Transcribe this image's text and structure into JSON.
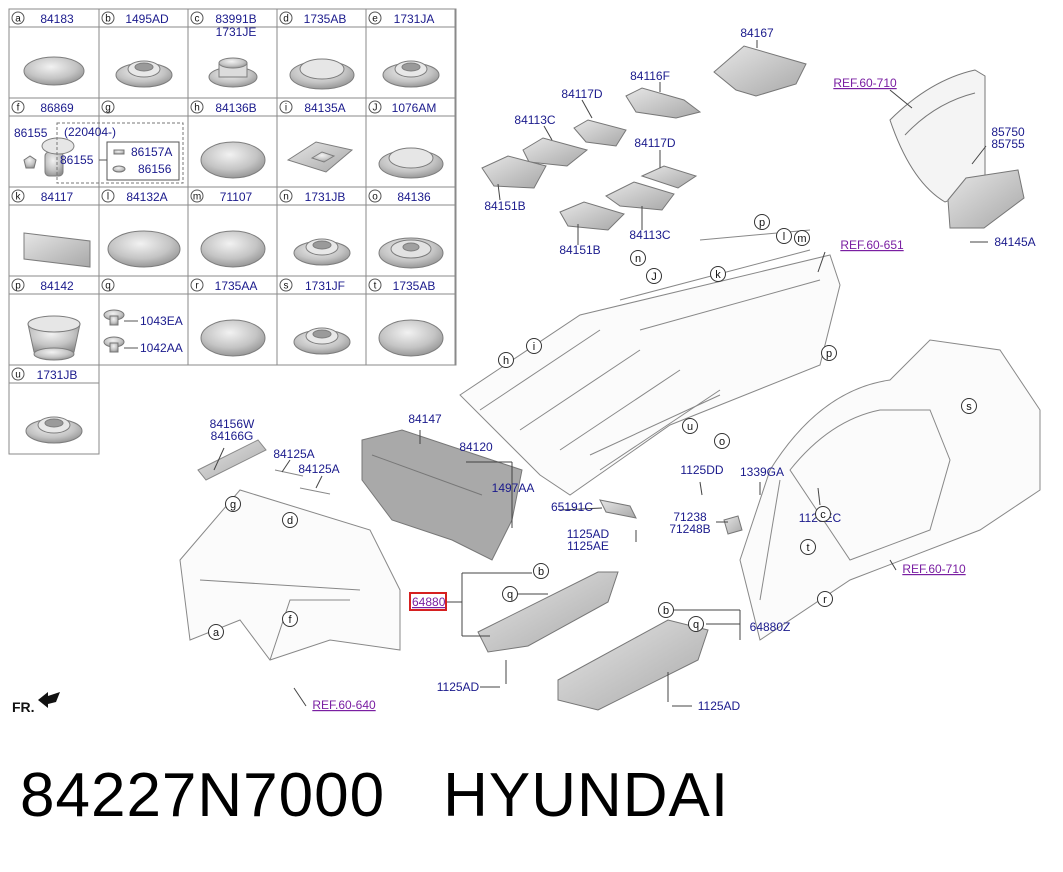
{
  "colors": {
    "label": "#1a1a8c",
    "ref": "#7a1fa2",
    "highlight": "#d62020",
    "part": "#cfcfcf",
    "line": "#555555"
  },
  "table": {
    "cells": [
      {
        "key": "a",
        "part": "84183",
        "shape": "disc"
      },
      {
        "key": "b",
        "part": "1495AD",
        "shape": "grommet"
      },
      {
        "key": "c",
        "part": "83991B",
        "part2": "1731JE",
        "shape": "cap"
      },
      {
        "key": "d",
        "part": "1735AB",
        "shape": "dome-plug"
      },
      {
        "key": "e",
        "part": "1731JA",
        "shape": "grommet"
      },
      {
        "key": "f",
        "part": "86869",
        "shape": "clip"
      },
      {
        "key": "g",
        "part": "",
        "shape": "group"
      },
      {
        "key": "h",
        "part": "84136B",
        "shape": "dome"
      },
      {
        "key": "i",
        "part": "84135A",
        "shape": "square-pad"
      },
      {
        "key": "J",
        "part": "1076AM",
        "shape": "dome-plug"
      },
      {
        "key": "k",
        "part": "84117",
        "shape": "rect-pad"
      },
      {
        "key": "l",
        "part": "84132A",
        "shape": "disc-large"
      },
      {
        "key": "m",
        "part": "71107",
        "shape": "dome"
      },
      {
        "key": "n",
        "part": "1731JB",
        "shape": "grommet"
      },
      {
        "key": "o",
        "part": "84136",
        "shape": "ring-plug"
      },
      {
        "key": "p",
        "part": "84142",
        "shape": "cup"
      },
      {
        "key": "q",
        "part": "",
        "shape": "bolts"
      },
      {
        "key": "r",
        "part": "1735AA",
        "shape": "dome"
      },
      {
        "key": "s",
        "part": "1731JF",
        "shape": "grommet"
      },
      {
        "key": "t",
        "part": "1735AB",
        "shape": "dome"
      },
      {
        "key": "u",
        "part": "1731JB",
        "shape": "grommet"
      }
    ],
    "g_cell": {
      "left_part": "86155",
      "date": "(220404-)",
      "inner_left": "86155",
      "inner_a": "86157A",
      "inner_b": "86156"
    },
    "q_cell": {
      "a": "1043EA",
      "b": "1042AA"
    }
  },
  "labels": [
    {
      "text": "84167"
    },
    {
      "text": "84116F"
    },
    {
      "text": "84117D"
    },
    {
      "text": "84113C"
    },
    {
      "text": "84117D"
    },
    {
      "text": "84151B"
    },
    {
      "text": "84113C"
    },
    {
      "text": "84151B"
    },
    {
      "text": "85750"
    },
    {
      "text": "85755"
    },
    {
      "text": "84145A"
    },
    {
      "text": "84156W"
    },
    {
      "text": "84166G"
    },
    {
      "text": "84125A"
    },
    {
      "text": "84125A"
    },
    {
      "text": "84147"
    },
    {
      "text": "84120"
    },
    {
      "text": "1497AA"
    },
    {
      "text": "65191C"
    },
    {
      "text": "1125DD"
    },
    {
      "text": "1339GA"
    },
    {
      "text": "71238"
    },
    {
      "text": "71248B"
    },
    {
      "text": "1129EC"
    },
    {
      "text": "1125AD"
    },
    {
      "text": "1125AE"
    },
    {
      "text": "64880Z"
    },
    {
      "text": "1125AD"
    },
    {
      "text": "1125AD"
    }
  ],
  "refs": [
    {
      "text": "REF.60-710"
    },
    {
      "text": "REF.60-651"
    },
    {
      "text": "REF.60-710"
    },
    {
      "text": "REF.60-640"
    }
  ],
  "highlight_label": "64880",
  "callouts": [
    "p",
    "l",
    "m",
    "n",
    "J",
    "k",
    "h",
    "i",
    "u",
    "o",
    "p",
    "s",
    "g",
    "d",
    "f",
    "a",
    "c",
    "t",
    "r",
    "b",
    "q",
    "b",
    "q"
  ],
  "fr_label": "FR.",
  "footer": {
    "part_number": "84227N7000",
    "brand": "HYUNDAI"
  }
}
